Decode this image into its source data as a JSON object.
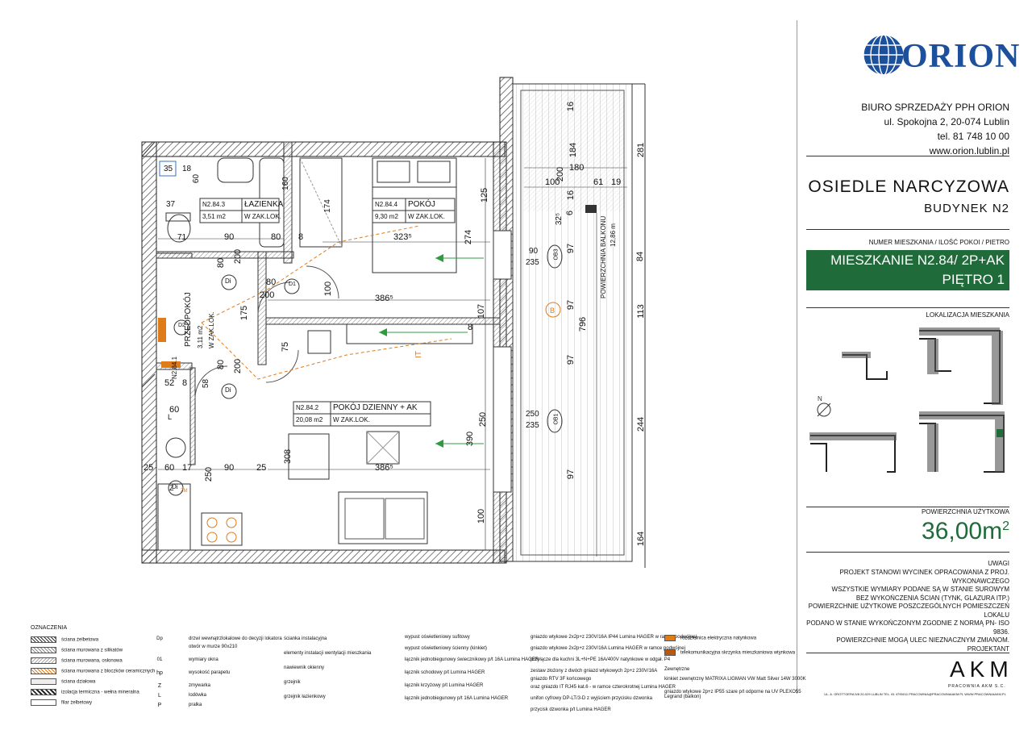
{
  "brand": {
    "logo_text": "ORION",
    "office_lines": [
      "BIURO SPRZEDAŻY PPH ORION",
      "ul. Spokojna 2, 20-074 Lublin",
      "tel. 81 748 10 00",
      "www.orion.lublin.pl"
    ]
  },
  "project": {
    "estate": "OSIEDLE NARCYZOWA",
    "building": "BUDYNEK N2",
    "apartment_caption": "NUMER MIESZKANIA / ILOŚĆ POKOI / PIETRO",
    "apartment_line1": "MIESZKANIE N2.84/ 2P+AK",
    "apartment_line2": "PIĘTRO 1",
    "location_caption": "LOKALIZACJA MIESZKANIA",
    "area_caption": "POWIERZCHNIA UŻYTKOWA",
    "area_value": "36,00m",
    "area_sup": "2",
    "notes_caption": "UWAGI",
    "notes": [
      "PROJEKT STANOWI WYCINEK OPRACOWANIA Z PROJ. WYKONAWCZEGO",
      "WSZYSTKIE WYMIARY PODANE SĄ W STANIE SUROWYM",
      "BEZ WYKOŃCZENIA ŚCIAN (TYNK, GLAZURA ITP.)",
      "POWIERZCHNIE UŻYTKOWE POSZCZEGÓLNYCH POMIESZCZEŃ LOKALU",
      "PODANO W STANIE WYKOŃCZONYM ZGODNIE Z NORMĄ PN- ISO 9836.",
      "POWIERZCHNIE MOGĄ ULEC NIEZNACZNYM ZMIANOM."
    ],
    "designer_caption": "PROJEKTANT",
    "designer_logo": "AKM",
    "designer_sub": "PRACOWNIA AKM S.C.",
    "designer_address": "UL. A. GROTTGERA 5/8  20-029 LUBLIN   TEL. 81 4795011  PRACOWNIA@PRACOWNIAAKM.PL   WWW.PRACOWNIAAKM.PL"
  },
  "rooms": [
    {
      "id": "N2.84.3",
      "name": "ŁAZIENKA",
      "area": "3,51 m2",
      "status": "W ZAK.LOK."
    },
    {
      "id": "N2.84.4",
      "name": "POKÓJ",
      "area": "9,30 m2",
      "status": "W ZAK.LOK."
    },
    {
      "id": "N2.84.2",
      "name": "POKÓJ DZIENNY + AK",
      "area": "20,08 m2",
      "status": "W ZAK.LOK."
    },
    {
      "id": "N2.84.1",
      "name": "PRZEDPOKÓJ",
      "area": "3,11 m2",
      "status": "W ZAK.LOK."
    }
  ],
  "plan": {
    "balcony_label": "POWIERZCHNIA BALKONU",
    "balcony_area": "12,86 m",
    "dims": [
      "35",
      "18",
      "60",
      "160",
      "174",
      "37",
      "71",
      "90",
      "80",
      "8",
      "323⁵",
      "274",
      "125",
      "80",
      "200",
      "100",
      "386⁵",
      "80",
      "200",
      "175",
      "75",
      "80",
      "200",
      "58",
      "52",
      "8",
      "60",
      "390",
      "250",
      "308",
      "386⁵",
      "90",
      "25",
      "60",
      "17",
      "250",
      "100",
      "25",
      "200",
      "184",
      "180",
      "100",
      "61",
      "19",
      "281",
      "16",
      "16",
      "6",
      "32⁵",
      "97",
      "84",
      "97",
      "113",
      "796",
      "97",
      "244",
      "97",
      "164",
      "90",
      "235",
      "250",
      "235",
      "107",
      "8"
    ],
    "window_tags": [
      "OB3",
      "OB1",
      "D1",
      "D2",
      "Di",
      "Di",
      "Di"
    ],
    "icon_letters": [
      "B",
      "IT",
      "Z",
      "L",
      "ZM"
    ]
  },
  "legend": {
    "title": "OZNACZENIA",
    "col1": [
      "ściana żelbetowa",
      "ściana murowana z silikatów",
      "ściana murowana, osłonowa",
      "ściana murowana z bloczków ceramicznych",
      "ściana działowa",
      "izolacja termiczna - wełna mineralna",
      "filar żelbetowy"
    ],
    "col2_codes": [
      "Dp",
      "01",
      "hp",
      "Z",
      "L",
      "P"
    ],
    "col2": [
      "drzwi wewnątrzlokalowe do decyzji lokatora",
      "otwór w murze 90x210",
      "wymiary okna",
      "wysokość parapetu",
      "zmywarka",
      "lodówka",
      "pralka"
    ],
    "col3": [
      "ścianka instalacyjna",
      "elementy instalacji wentylacji mieszkania",
      "nawiewnik okienny",
      "grzejnik",
      "grzejnik łazienkowy"
    ],
    "col4": [
      "wypust oświetleniowy sufitowy",
      "wypust oświetleniowy ścienny (kinkiet)",
      "łącznik jednobiegunowy świecznikowy p/t 16A Lumina HAGER",
      "łącznik schodowy p/t Lumina HAGER",
      "łącznik krzyżowy p/t Lumina HAGER",
      "łącznik jednobiegunowy p/t 16A Lumina HAGER"
    ],
    "col5": [
      "gniazdo wtykowe 2x2p+z 230V/16A IP44 Lumina HAGER w ramce podwójnej",
      "gniazdo wtykowe 2x2p+z 230V/16A Lumina HAGER w ramce podwójnej",
      "przyłącze dla kuchni 3L+N+PE 16A/400V natynkowe w odgał. P4",
      "zestaw złożony z dwóch gniazd wtykowych 2p+z 230V/16A",
      "gniazdo RTV 3F końcowego",
      "oraz gniazdo IT RJ45 kat.6 - w ramce czterokrotnej Lumina HAGER",
      "unifon cyfrowy DP-LT/3-D z wyjściem przycisku dzwonka",
      "przycisk dzwonka p/t Lumina HAGER"
    ],
    "col6": [
      "rozdzielnica elektryczna natynkowa",
      "telekomunikacyjna skrzynka mieszkaniowa wtynkowa",
      "Zewnętrzne",
      "kinkiet zewnętrzny MATRIXA LIGMAN VW Matt Silver 14W 3000K",
      "gniazdo wtykowe 2p+z IP55 szare p/t odporne na UV PLEXO55 Legrand (balkon)"
    ]
  },
  "colors": {
    "accent_green": "#1f6b3a",
    "logo_blue": "#1c4f9c",
    "furniture_orange": "#e07b1a",
    "window_green": "#2f9b3f",
    "wall_dark": "#3a3a3a"
  }
}
